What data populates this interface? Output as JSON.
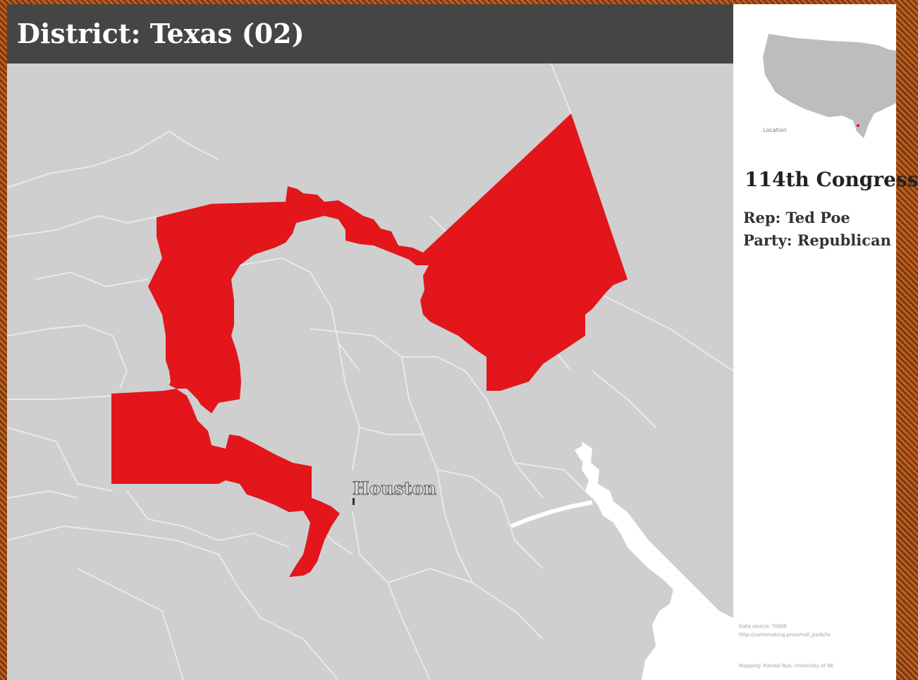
{
  "map": {
    "title": "District: Texas (02)",
    "city_label": "Houston",
    "colors": {
      "background": "#cfcfcf",
      "district": "#e2161b",
      "boundaries": "#e9e9e9",
      "water": "#ffffff",
      "title_bar": "#454545"
    }
  },
  "side": {
    "inset_caption": "Location",
    "congress": "114th Congress",
    "rep": "Rep: Ted Poe",
    "party": "Party: Republican",
    "source_line1": "Data source: TIGER",
    "source_line2": "http://cartomaking.pro/small_pads/tx",
    "mapping": "Mapping: Randal Rue, University of Wi"
  }
}
